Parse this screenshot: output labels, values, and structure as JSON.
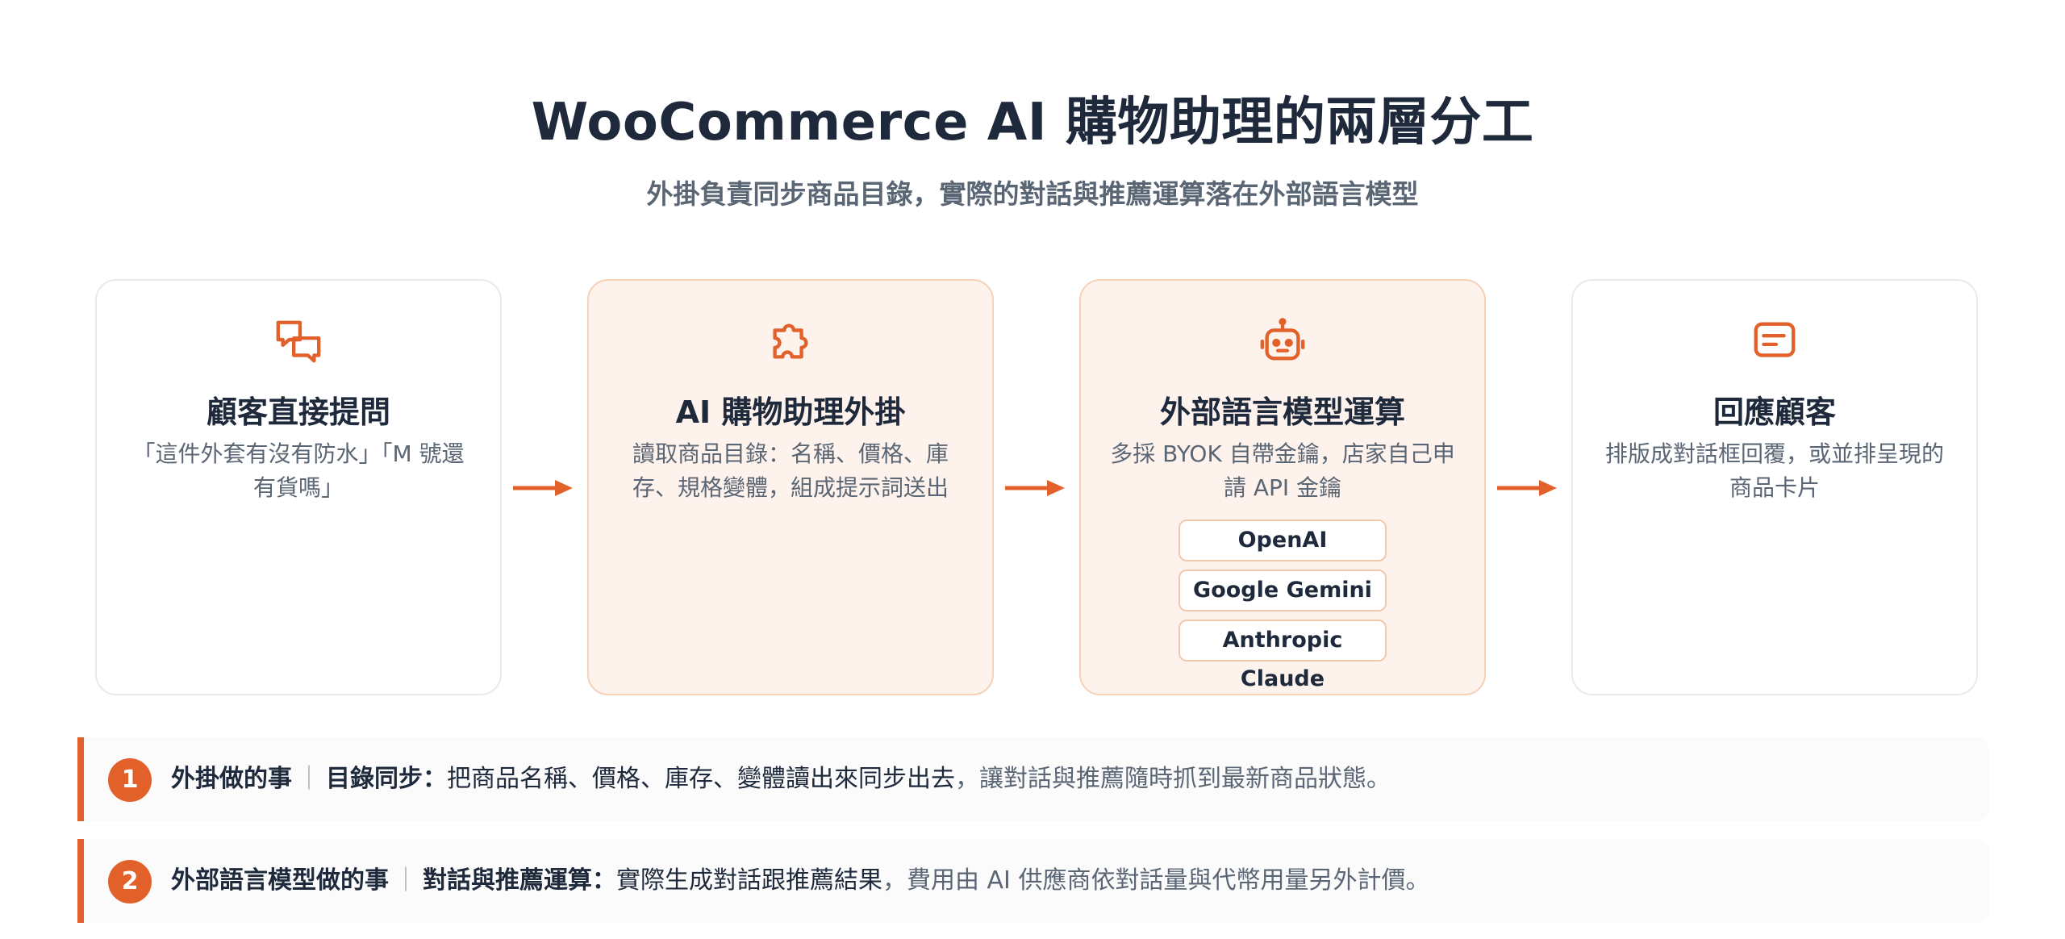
{
  "header": {
    "title": "WooCommerce AI 購物助理的兩層分工",
    "subtitle": "外掛負責同步商品目錄，實際的對話與推薦運算落在外部語言模型"
  },
  "flow": {
    "steps": [
      {
        "icon": "chat-bubbles-icon",
        "title": "顧客直接提問",
        "description": "「這件外套有沒有防水」「M 號還有貨嗎」"
      },
      {
        "icon": "puzzle-piece-icon",
        "title": "AI 購物助理外掛",
        "description": "讀取商品目錄：名稱、價格、庫存、規格變體，組成提示詞送出"
      },
      {
        "icon": "robot-icon",
        "title": "外部語言模型運算",
        "description": "多採 BYOK 自帶金鑰，店家自己申請 API 金鑰",
        "models": [
          "OpenAI",
          "Google Gemini",
          "Anthropic Claude"
        ]
      },
      {
        "icon": "message-card-icon",
        "title": "回應顧客",
        "description": "排版成對話框回覆，或並排呈現的商品卡片"
      }
    ]
  },
  "notes": [
    {
      "number": "1",
      "label": "外掛做的事",
      "separator": "｜",
      "topic": "目錄同步：",
      "text_dark": "把商品名稱、價格、庫存、變體讀出來同步出去",
      "text_rest": "，讓對話與推薦隨時抓到最新商品狀態。"
    },
    {
      "number": "2",
      "label": "外部語言模型做的事",
      "separator": "｜",
      "topic": "對話與推薦運算：",
      "text_dark": "實際生成對話跟推薦結果",
      "text_rest": "，費用由 AI 供應商依對話量與代幣用量另外計價。"
    }
  ],
  "colors": {
    "accent": "#e2612a",
    "highlight_bg": "#fef3ec",
    "text_dark": "#1e293b",
    "text_muted": "#5b6675"
  }
}
